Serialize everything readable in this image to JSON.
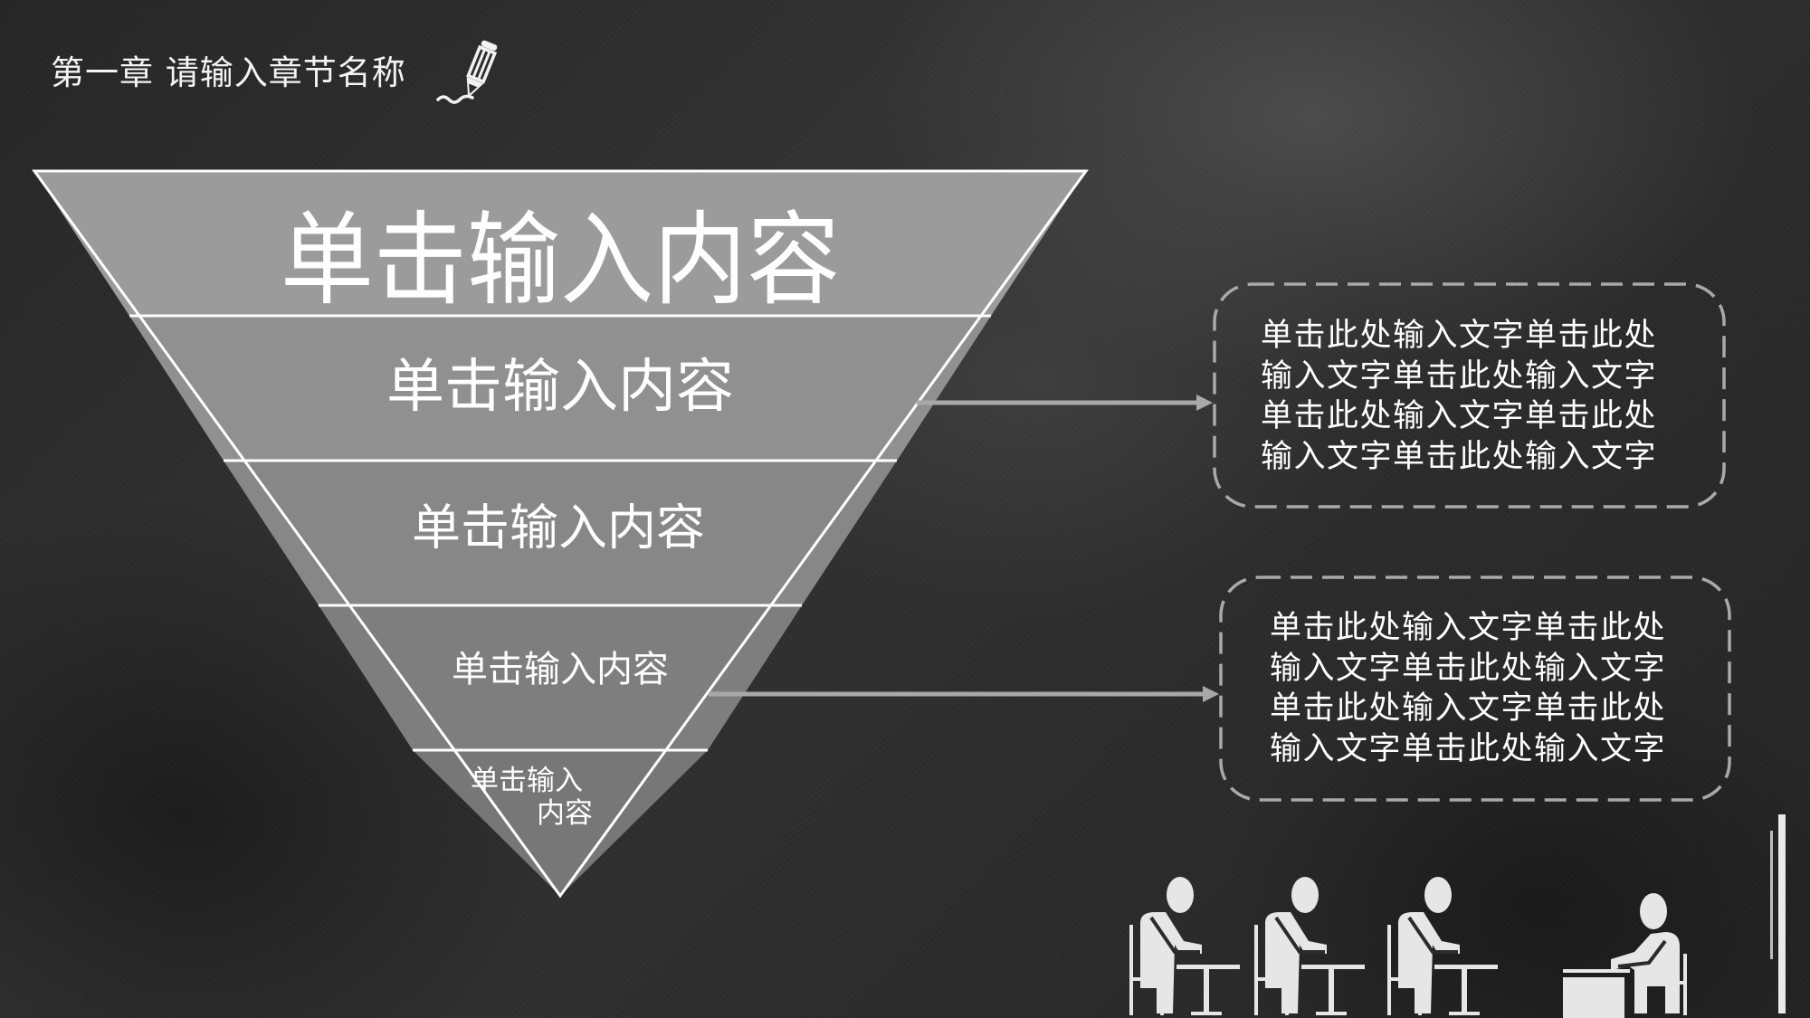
{
  "slide": {
    "chapter_title": "第一章 请输入章节名称",
    "pencil_icon": "pencil-icon",
    "colors": {
      "background": "#2b2b2b",
      "band_1": "#9b9b9b",
      "band_2": "#8f8f8f",
      "band_3": "#868686",
      "band_4": "#7d7d7d",
      "band_5": "#767676",
      "outline": "#ffffff",
      "connector": "#a8a8a8",
      "dashed_border": "#a9a9a9",
      "text": "#ffffff"
    }
  },
  "pyramid": {
    "bands": [
      {
        "label": "单击输入内容"
      },
      {
        "label": "单击输入内容"
      },
      {
        "label": "单击输入内容"
      },
      {
        "label": "单击输入内容"
      },
      {
        "label_line_1": "单击输入",
        "label_line_2": "内容"
      }
    ]
  },
  "callouts": [
    {
      "lines": [
        "单击此处输入文字单击此处",
        "输入文字单击此处输入文字",
        "单击此处输入文字单击此处",
        "输入文字单击此处输入文字"
      ]
    },
    {
      "lines": [
        "单击此处输入文字单击此处",
        "输入文字单击此处输入文字",
        "单击此处输入文字单击此处",
        "输入文字单击此处输入文字"
      ]
    }
  ],
  "decoration": {
    "classroom_icon": "classroom-students-teacher-icon"
  }
}
